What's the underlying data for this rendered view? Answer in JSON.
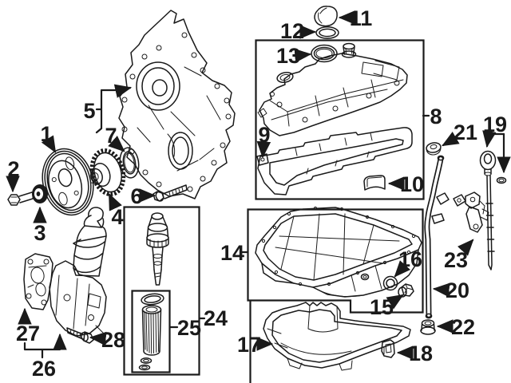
{
  "diagram": {
    "kind": "engine-parts-exploded-diagram",
    "background": "#ffffff",
    "line_color": "#1a1a1a"
  },
  "callouts": [
    {
      "label": "1"
    },
    {
      "label": "2"
    },
    {
      "label": "3"
    },
    {
      "label": "4"
    },
    {
      "label": "5"
    },
    {
      "label": "6"
    },
    {
      "label": "7"
    },
    {
      "label": "8"
    },
    {
      "label": "9"
    },
    {
      "label": "10"
    },
    {
      "label": "11"
    },
    {
      "label": "12"
    },
    {
      "label": "13"
    },
    {
      "label": "14"
    },
    {
      "label": "15"
    },
    {
      "label": "16"
    },
    {
      "label": "17"
    },
    {
      "label": "18"
    },
    {
      "label": "19"
    },
    {
      "label": "20"
    },
    {
      "label": "21"
    },
    {
      "label": "22"
    },
    {
      "label": "23"
    },
    {
      "label": "24"
    },
    {
      "label": "25"
    },
    {
      "label": "26"
    },
    {
      "label": "27"
    },
    {
      "label": "28"
    }
  ]
}
